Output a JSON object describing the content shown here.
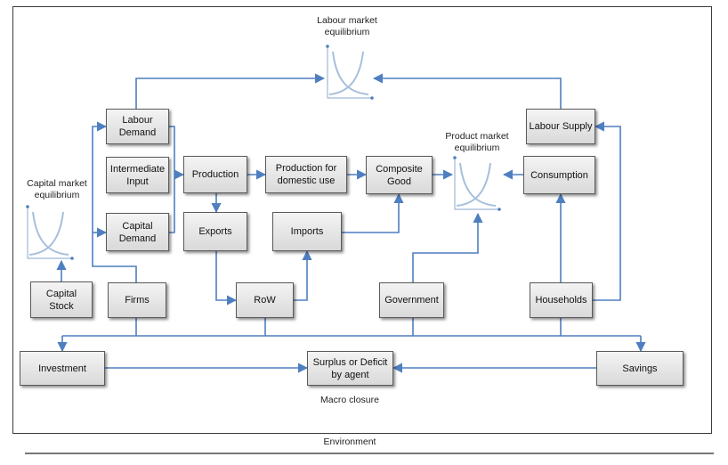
{
  "boxes": {
    "labour_demand": "Labour Demand",
    "intermediate_input": "Intermediate Input",
    "capital_demand": "Capital Demand",
    "production": "Production",
    "production_domestic": "Production for domestic use",
    "composite_good": "Composite Good",
    "exports": "Exports",
    "imports": "Imports",
    "labour_supply": "Labour Supply",
    "consumption": "Consumption",
    "capital_stock": "Capital Stock",
    "firms": "Firms",
    "row": "RoW",
    "government": "Government",
    "households": "Households",
    "investment": "Investment",
    "surplus_deficit": "Surplus or Deficit by agent",
    "savings": "Savings"
  },
  "labels": {
    "labour_market": "Labour market equilibrium",
    "capital_market": "Capital market equilibrium",
    "product_market": "Product market equilibrium",
    "macro_closure": "Macro closure",
    "environment": "Environment"
  },
  "colors": {
    "arrow": "#4f7fc0",
    "curve": "#a7bfdc",
    "axis": "#9fb7d6"
  }
}
